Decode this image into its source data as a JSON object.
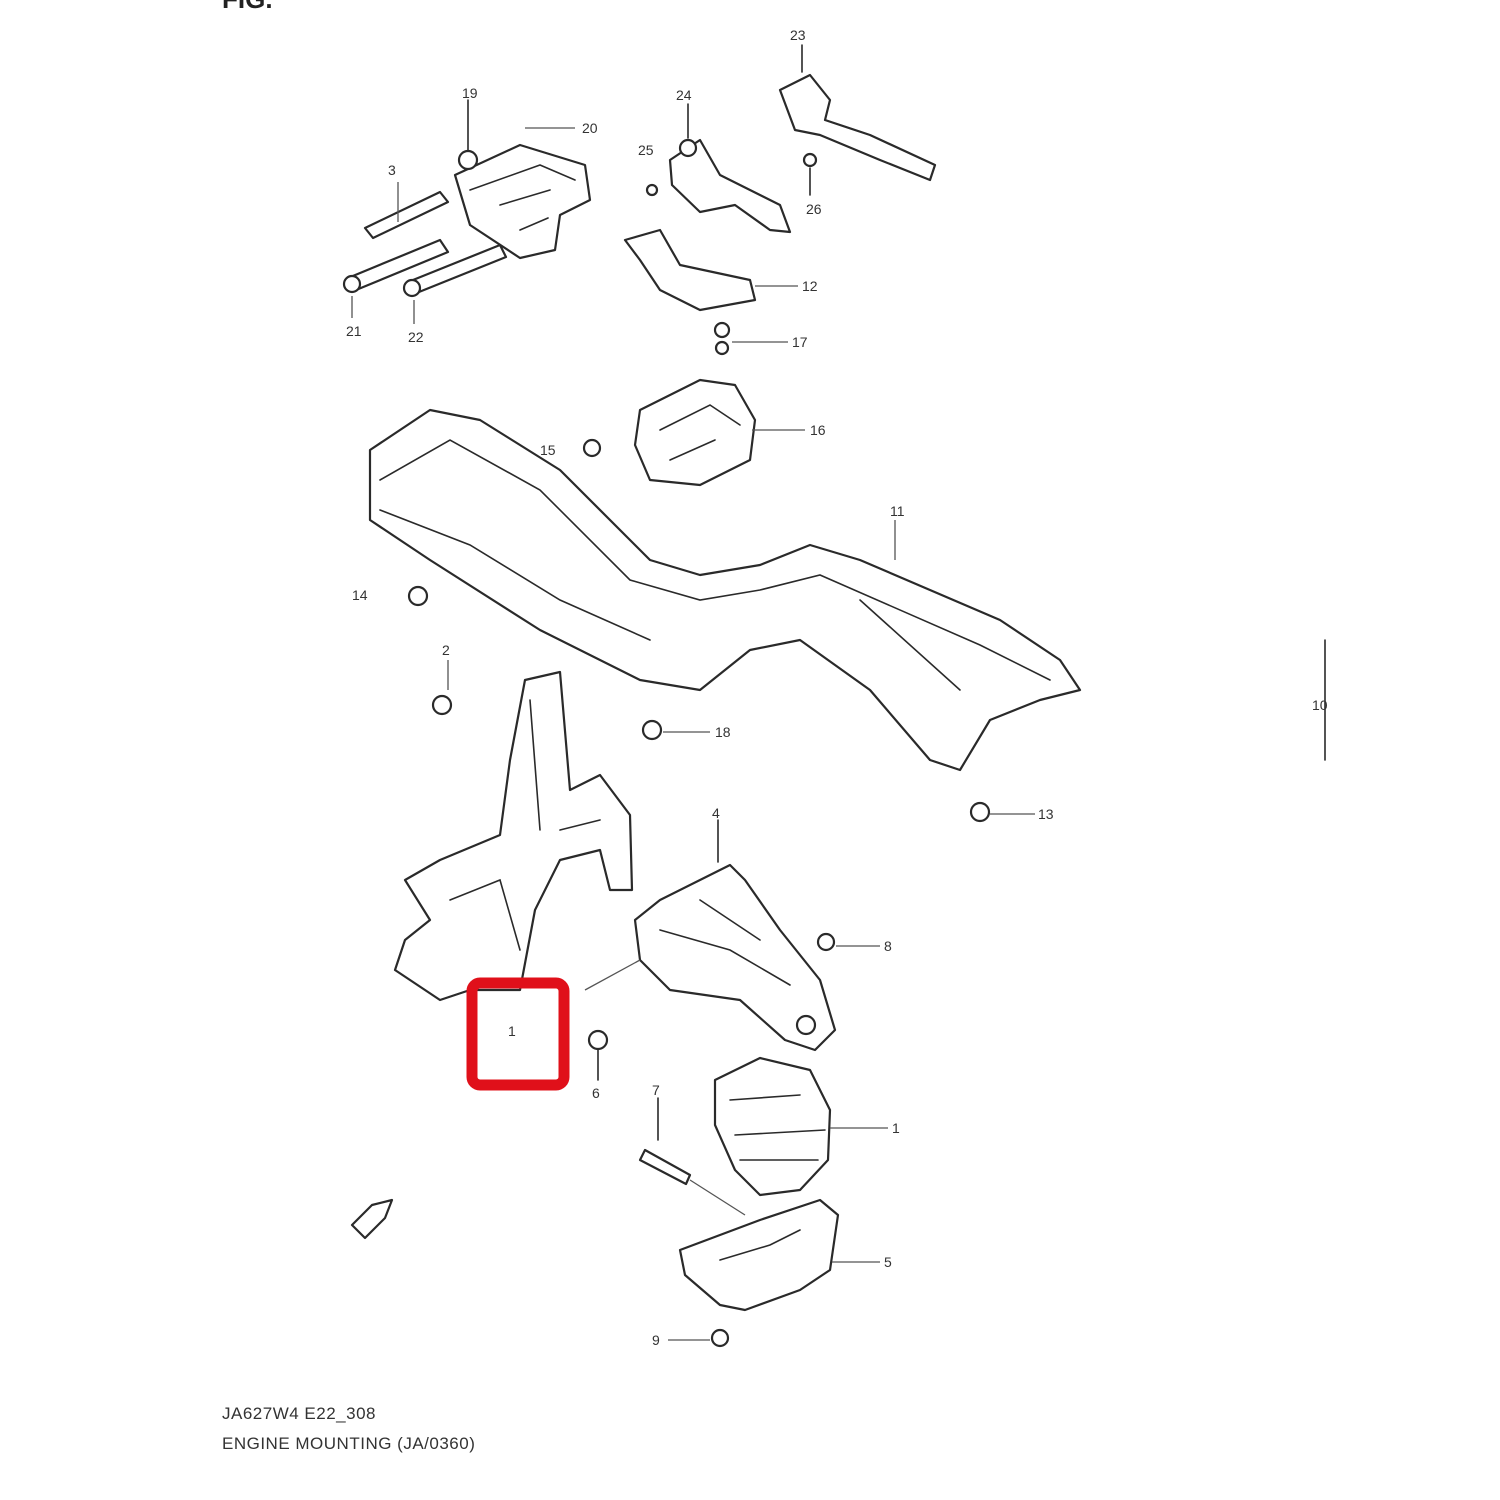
{
  "header": {
    "fig_label": "FIG."
  },
  "caption": {
    "code": "JA627W4 E22_308",
    "title": "ENGINE MOUNTING (JA/0360)"
  },
  "callouts": {
    "c23": "23",
    "c24": "24",
    "c19": "19",
    "c20": "20",
    "c25": "25",
    "c26": "26",
    "c12": "12",
    "c21": "21",
    "c22": "22",
    "c17": "17",
    "c15": "15",
    "c16": "16",
    "c11": "11",
    "c14": "14",
    "c2": "2",
    "c18": "18",
    "c13": "13",
    "c4": "4",
    "c8": "8",
    "c1": "1",
    "c6": "6",
    "c7": "7",
    "c5": "5",
    "c9": "9",
    "c3": "3",
    "c10": "10"
  },
  "highlight": {
    "label": "1",
    "color": "#e0101a"
  },
  "icons": {
    "direction_arrow": "front-direction-arrow-icon"
  }
}
